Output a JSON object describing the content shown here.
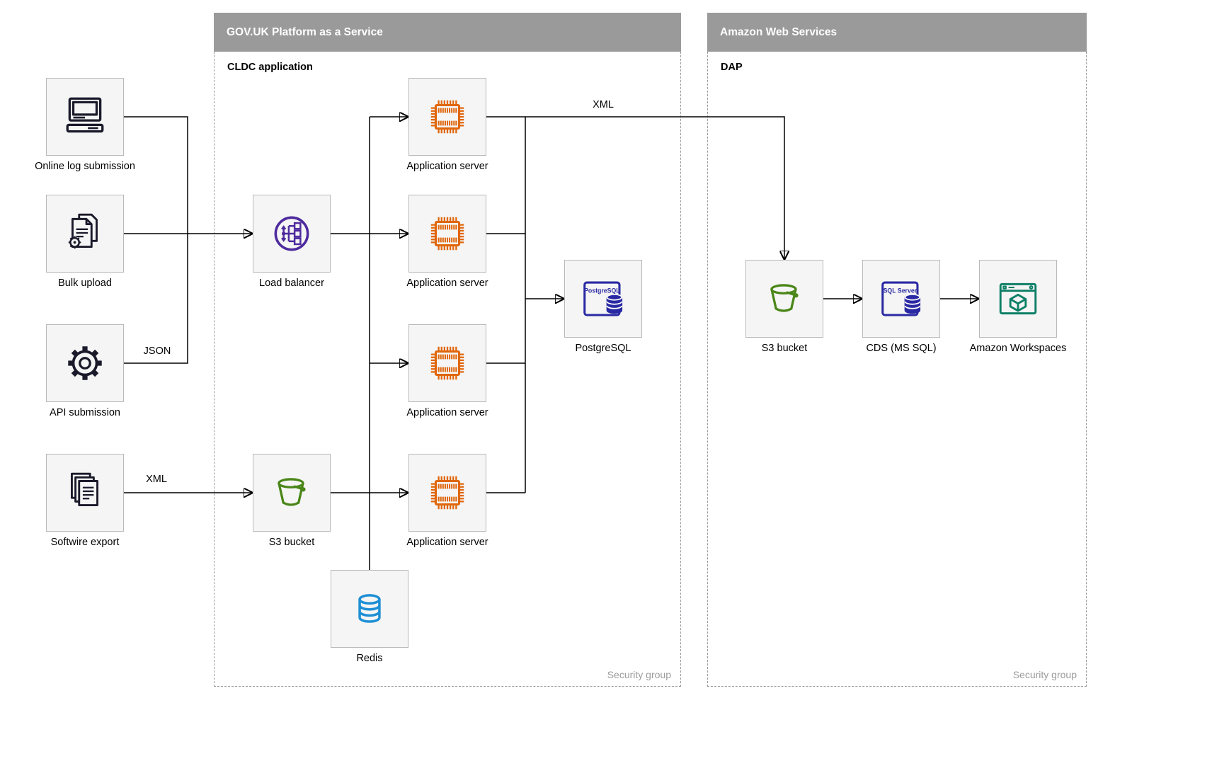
{
  "containers": {
    "govuk": {
      "title": "GOV.UK Platform as a Service",
      "sublabel": "CLDC application",
      "footer": "Security group"
    },
    "aws": {
      "title": "Amazon Web Services",
      "sublabel": "DAP",
      "footer": "Security group"
    }
  },
  "nodes": {
    "online_log": {
      "label": "Online log submission",
      "icon": "computer-icon"
    },
    "bulk_upload": {
      "label": "Bulk upload",
      "icon": "document-gear-icon"
    },
    "api_submission": {
      "label": "API submission",
      "icon": "gear-icon"
    },
    "softwire_export": {
      "label": "Softwire export",
      "icon": "documents-stack-icon"
    },
    "load_balancer": {
      "label": "Load balancer",
      "icon": "load-balancer-icon"
    },
    "app_servers": [
      {
        "label": "Application server",
        "icon": "chip-icon"
      },
      {
        "label": "Application server",
        "icon": "chip-icon"
      },
      {
        "label": "Application server",
        "icon": "chip-icon"
      },
      {
        "label": "Application server",
        "icon": "chip-icon"
      }
    ],
    "postgresql": {
      "label": "PostgreSQL",
      "icon": "postgresql-icon",
      "icon_text": "PostgreSQL"
    },
    "s3_govuk": {
      "label": "S3 bucket",
      "icon": "bucket-icon"
    },
    "redis": {
      "label": "Redis",
      "icon": "database-icon"
    },
    "s3_aws": {
      "label": "S3 bucket",
      "icon": "bucket-icon"
    },
    "cds": {
      "label": "CDS (MS SQL)",
      "icon": "sql-server-icon",
      "icon_text": "SQL Server"
    },
    "workspaces": {
      "label": "Amazon Workspaces",
      "icon": "workspaces-icon"
    }
  },
  "edge_labels": {
    "api_json": "JSON",
    "softwire_xml": "XML",
    "app_to_dap_xml": "XML"
  },
  "colors": {
    "header_bg": "#9a9a9a",
    "node_fill": "#f5f5f5",
    "node_border": "#b9b9b9",
    "dark": "#1a1a2b",
    "purple": "#4e2a9e",
    "orange": "#e0660b",
    "navy": "#2929a3",
    "green": "#4a8618",
    "redis_blue": "#1e8fd5",
    "teal": "#0d7f66",
    "line": "#000000"
  }
}
